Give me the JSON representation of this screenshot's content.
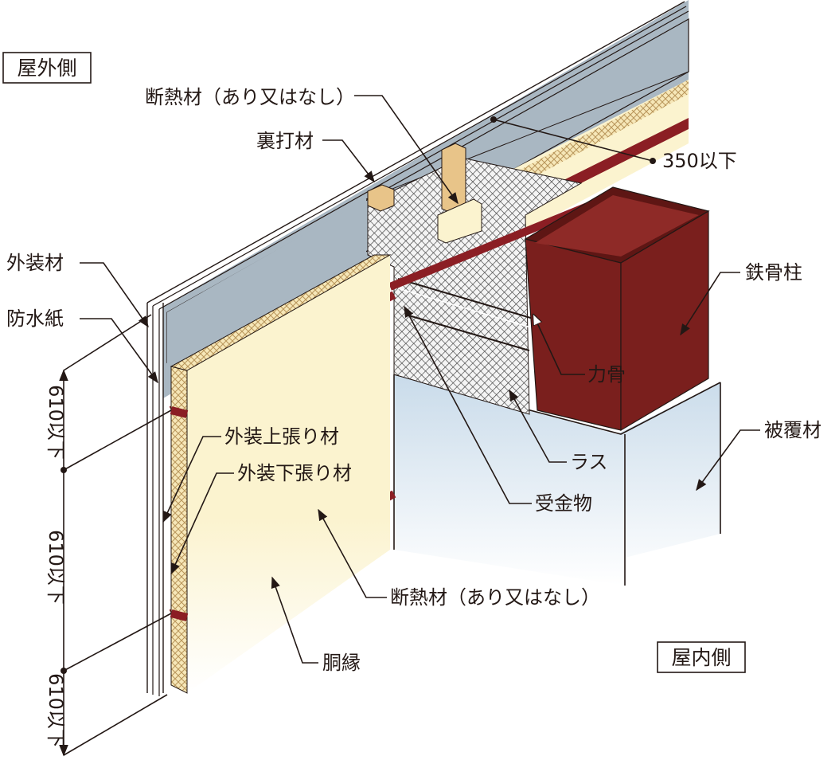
{
  "side_labels": {
    "outside": "屋外側",
    "inside": "屋内側"
  },
  "labels": {
    "insulation_top": "断熱材（あり又はなし）",
    "backing": "裏打材",
    "spacing_350": "350以下",
    "cladding": "外装材",
    "waterproof_paper": "防水紙",
    "steel_column": "鉄骨柱",
    "stiffener": "力骨",
    "fireproof_cover": "被覆材",
    "outer_upper_board": "外装上張り材",
    "outer_lower_board": "外装下張り材",
    "lath": "ラス",
    "bracket": "受金物",
    "insulation_bottom": "断熱材（あり又はなし）",
    "girt": "胴縁"
  },
  "dimensions": {
    "spacing_upper": "610以下",
    "spacing_middle": "610以下",
    "spacing_lower": "610以下"
  },
  "colors": {
    "cladding": "#a9b7c2",
    "insulation": "#fbf3cf",
    "girt": "#8b1e24",
    "column": "#7a1f1d",
    "cover": "#dbe8f2",
    "wood": "#e8c489",
    "mesh": "#3a3a3a"
  }
}
